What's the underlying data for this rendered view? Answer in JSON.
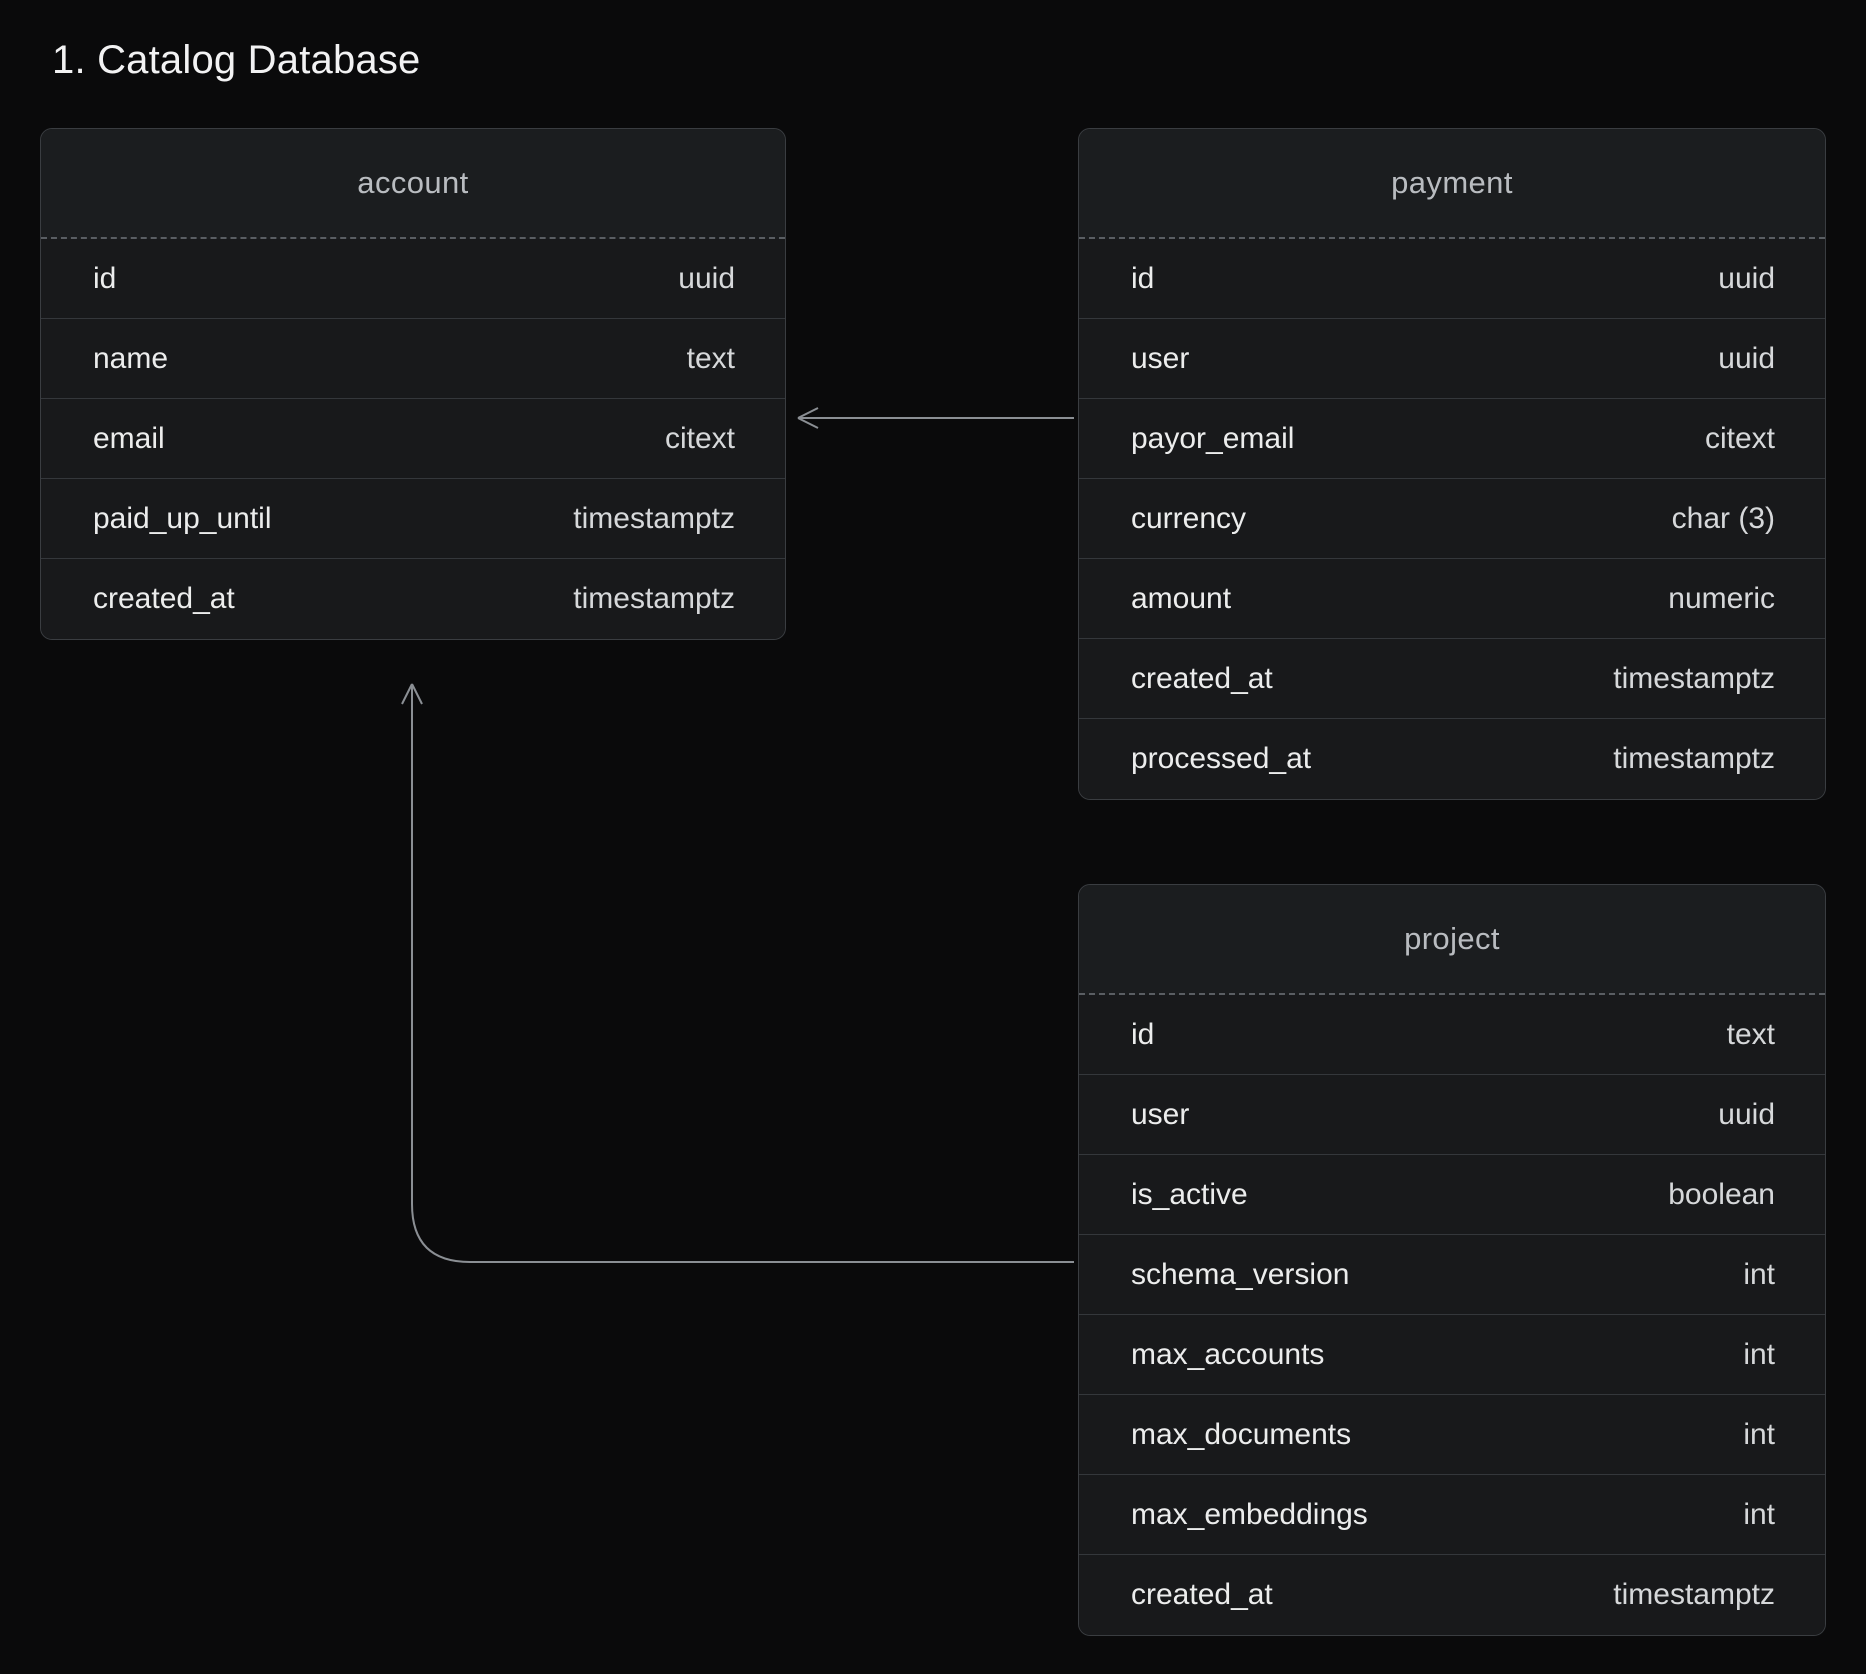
{
  "page": {
    "title": "1. Catalog Database",
    "background_color": "#0a0a0b",
    "card_color": "#18191b",
    "border_color": "#3a3d41",
    "text_color": "#eceded",
    "type_color": "#d6d8da",
    "header_text_color": "#b9bcc0",
    "connector_color": "#8b8f94"
  },
  "tables": [
    {
      "name": "account",
      "columns": [
        {
          "field": "id",
          "type": "uuid"
        },
        {
          "field": "name",
          "type": "text"
        },
        {
          "field": "email",
          "type": "citext"
        },
        {
          "field": "paid_up_until",
          "type": "timestamptz"
        },
        {
          "field": "created_at",
          "type": "timestamptz"
        }
      ]
    },
    {
      "name": "payment",
      "columns": [
        {
          "field": "id",
          "type": "uuid"
        },
        {
          "field": "user",
          "type": "uuid"
        },
        {
          "field": "payor_email",
          "type": "citext"
        },
        {
          "field": "currency",
          "type": "char (3)"
        },
        {
          "field": "amount",
          "type": "numeric"
        },
        {
          "field": "created_at",
          "type": "timestamptz"
        },
        {
          "field": "processed_at",
          "type": "timestamptz"
        }
      ]
    },
    {
      "name": "project",
      "columns": [
        {
          "field": "id",
          "type": "text"
        },
        {
          "field": "user",
          "type": "uuid"
        },
        {
          "field": "is_active",
          "type": "boolean"
        },
        {
          "field": "schema_version",
          "type": "int"
        },
        {
          "field": "max_accounts",
          "type": "int"
        },
        {
          "field": "max_documents",
          "type": "int"
        },
        {
          "field": "max_embeddings",
          "type": "int"
        },
        {
          "field": "created_at",
          "type": "timestamptz"
        }
      ]
    }
  ],
  "relationships": [
    {
      "from": "payment.user",
      "to": "account.id",
      "style": "straight-arrow-left"
    },
    {
      "from": "project.user",
      "to": "account.id",
      "style": "elbow-arrow-up"
    }
  ]
}
